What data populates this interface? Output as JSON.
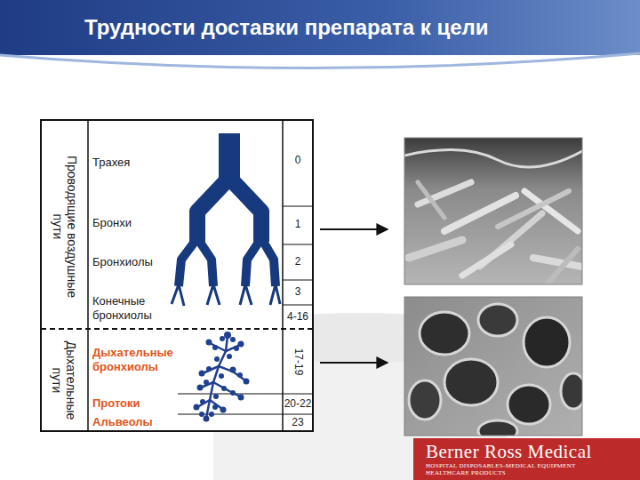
{
  "diagram": {
    "title": "Трудности доставки препарата к цели",
    "nodes": [
      {
        "text": [
          "Berner Ross Medical",
          "HOSPITAL DISPOSABLES-MEDICAL EQUIPMENT",
          "HEALTHCARE PRODUCTS"
        ]
      }
    ],
    "labels": [
      "Проводящие воздушные пути",
      "Трахея",
      "0",
      "Бронхи",
      "1",
      "Бронхиолы",
      "2",
      "Конечные бронхиолы",
      "3",
      "4-16",
      "Дыхательные пути",
      "Дыхательные бронхиолы",
      "17-19",
      "Протоки",
      "20-22",
      "Альвеолы",
      "23"
    ]
  }
}
